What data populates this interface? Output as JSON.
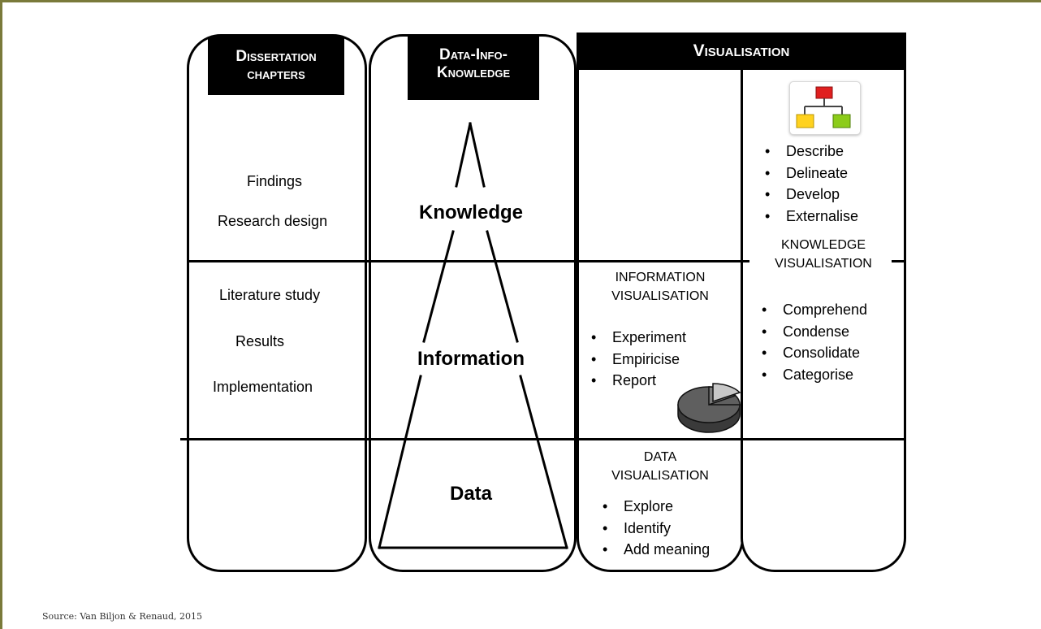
{
  "chapters": {
    "header": [
      "Dissertation",
      "chapters"
    ],
    "items": [
      "Findings",
      "Research design",
      "Literature study",
      "Results",
      "Implementation"
    ]
  },
  "dik": {
    "header": [
      "Data-Info-",
      "Knowledge"
    ],
    "levels": {
      "knowledge": "Knowledge",
      "information": "Information",
      "data": "Data"
    }
  },
  "visualisation": {
    "header": "Visualisation",
    "knowledge": {
      "bullets": [
        "Describe",
        "Delineate",
        "Develop",
        "Externalise"
      ],
      "caption": [
        "KNOWLEDGE",
        "VISUALISATION"
      ],
      "bullets2": [
        "Comprehend",
        "Condense",
        "Consolidate",
        "Categorise"
      ],
      "icon": "hierarchy-chart-icon"
    },
    "information": {
      "caption": [
        "INFORMATION",
        "VISUALISATION"
      ],
      "bullets": [
        "Experiment",
        "Empiricise",
        "Report"
      ],
      "icon": "pie-chart-icon"
    },
    "data": {
      "caption": [
        "DATA",
        "VISUALISATION"
      ],
      "bullets": [
        "Explore",
        "Identify",
        "Add meaning"
      ]
    }
  },
  "source": "Source: Van Biljon & Renaud, 2015"
}
